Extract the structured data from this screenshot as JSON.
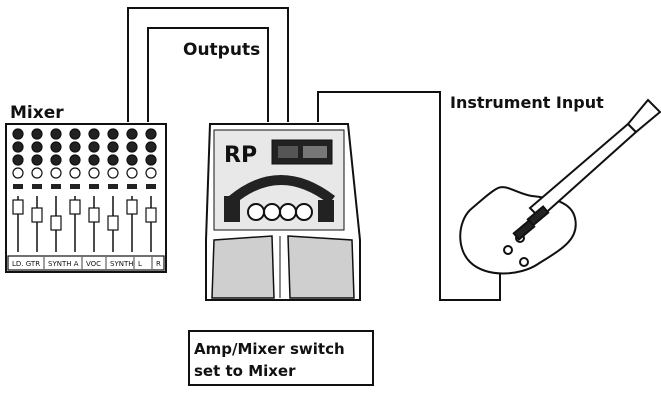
{
  "labels": {
    "outputs": "Outputs",
    "mixer": "Mixer",
    "instrument_input": "Instrument Input",
    "switch_line1": "Amp/Mixer switch",
    "switch_line2": "set to Mixer"
  },
  "mixer": {
    "channel_strip_labels": [
      "LD. GTR",
      "SYNTH A",
      "VOC",
      "SYNTH",
      "L",
      "R"
    ]
  },
  "pedal": {
    "logo": "RP"
  },
  "colors": {
    "line": "#111111",
    "background": "#ffffff"
  }
}
